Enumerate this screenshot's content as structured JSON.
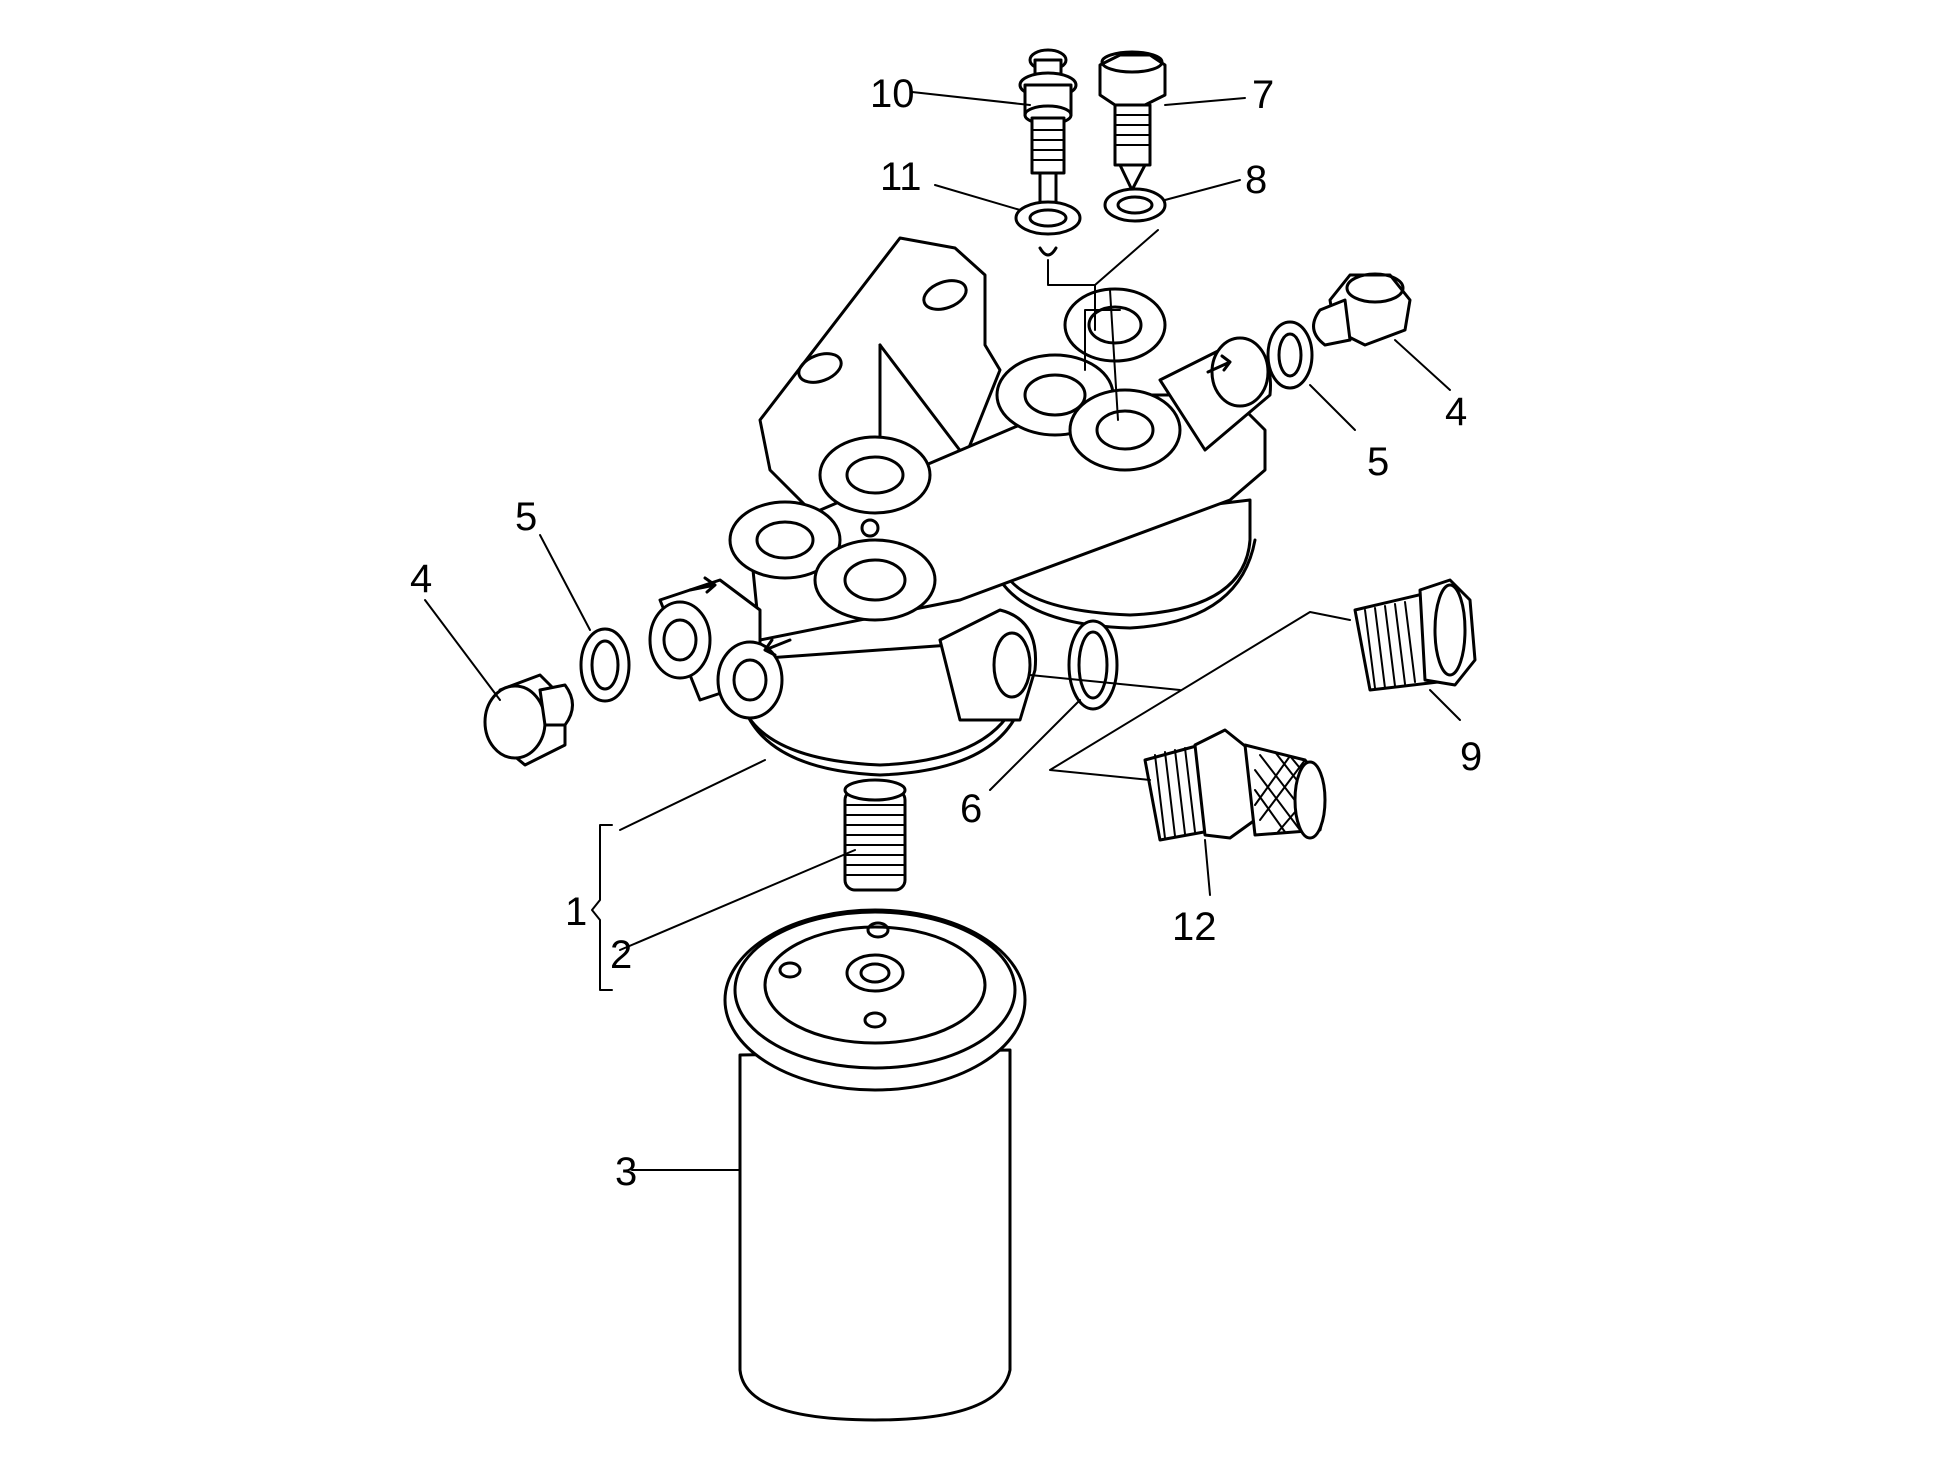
{
  "callouts": {
    "c1": "1",
    "c2": "2",
    "c3": "3",
    "c4_left": "4",
    "c4_right": "4",
    "c5_left": "5",
    "c5_right": "5",
    "c6": "6",
    "c7": "7",
    "c8": "8",
    "c9": "9",
    "c10": "10",
    "c11": "11",
    "c12": "12"
  }
}
